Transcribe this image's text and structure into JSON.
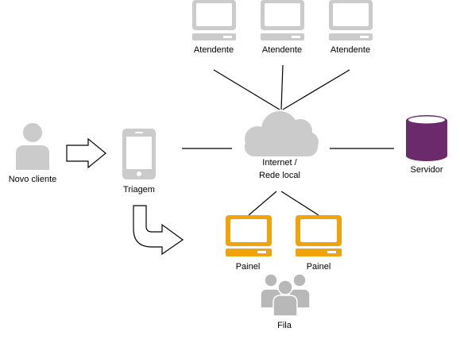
{
  "colors": {
    "gray": "#cbcbcb",
    "gray_dark": "#b3b3b3",
    "orange": "#f0a30a",
    "purple": "#6b2a6b",
    "line": "#000000"
  },
  "nodes": {
    "atendente_1": {
      "label": "Atendente",
      "icon": "monitor-icon"
    },
    "atendente_2": {
      "label": "Atendente",
      "icon": "monitor-icon"
    },
    "atendente_3": {
      "label": "Atendente",
      "icon": "monitor-icon"
    },
    "cliente": {
      "label": "Novo cliente",
      "icon": "person-icon"
    },
    "triagem": {
      "label": "Triagem",
      "icon": "phone-icon"
    },
    "cloud": {
      "label_line1": "Internet /",
      "label_line2": "Rede local",
      "icon": "cloud-icon"
    },
    "servidor": {
      "label": "Servidor",
      "icon": "database-icon"
    },
    "painel_1": {
      "label": "Painel",
      "icon": "monitor-icon"
    },
    "painel_2": {
      "label": "Painel",
      "icon": "monitor-icon"
    },
    "fila": {
      "label": "Fila",
      "icon": "people-group-icon"
    }
  }
}
